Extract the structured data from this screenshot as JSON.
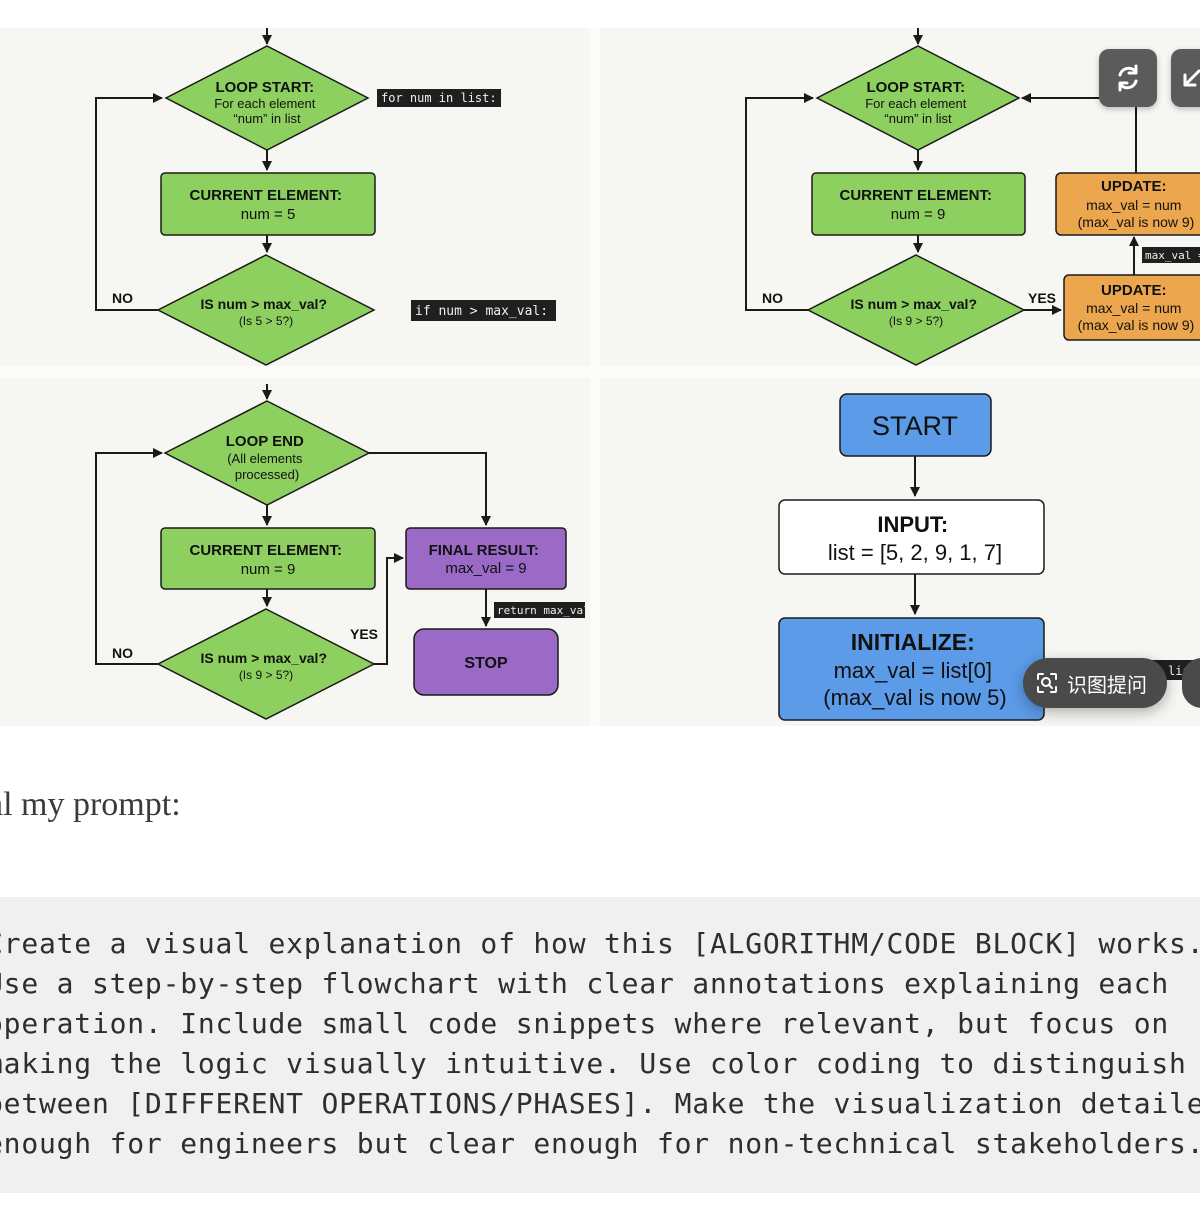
{
  "figure": {
    "panel1": {
      "loop_start": [
        "LOOP START:",
        "For each element",
        "“num” in list"
      ],
      "code_for": "for num in list:",
      "current": [
        "CURRENT ELEMENT:",
        "num = 5"
      ],
      "decision": [
        "IS num > max_val?",
        "(Is 5 > 5?)"
      ],
      "no": "NO",
      "code_if": "if num > max_val:"
    },
    "panel2": {
      "loop_start": [
        "LOOP START:",
        "For each element",
        "“num” in list"
      ],
      "current": [
        "CURRENT ELEMENT:",
        "num = 9"
      ],
      "decision": [
        "IS num > max_val?",
        "(Is 9 > 5?)"
      ],
      "no": "NO",
      "yes": "YES",
      "update_top": [
        "UPDATE:",
        "max_val = num",
        "(max_val is now 9)"
      ],
      "update_bottom": [
        "UPDATE:",
        "max_val = num",
        "(max_val is now 9)"
      ],
      "code_update": "max_val ="
    },
    "panel3": {
      "loop_end": [
        "LOOP END",
        "(All elements",
        "processed)"
      ],
      "current": [
        "CURRENT ELEMENT:",
        "num = 9"
      ],
      "decision": [
        "IS num > max_val?",
        "(Is 9 > 5?)"
      ],
      "no": "NO",
      "yes": "YES",
      "final": [
        "FINAL RESULT:",
        "max_val = 9"
      ],
      "code_return": "return max_val",
      "stop": "STOP"
    },
    "panel4": {
      "start": "START",
      "input": [
        "INPUT:",
        "list = [5, 2, 9, 1, 7]"
      ],
      "initialize": [
        "INITIALIZE:",
        "max_val = list[0]",
        "(max_val is now 5)"
      ],
      "code_list": "list"
    }
  },
  "overlay": {
    "refresh_icon": "refresh-icon",
    "shrink_icon": "shrink-icon",
    "ask_label": "识图提问"
  },
  "prose": {
    "line": "al my prompt:"
  },
  "code": {
    "lines": [
      "Create a visual explanation of how this [ALGORITHM/CODE BLOCK] works.",
      "Use a step-by-step flowchart with clear annotations explaining each",
      "operation. Include small code snippets where relevant, but focus on",
      "making the logic visually intuitive. Use color coding to distinguish",
      "between [DIFFERENT OPERATIONS/PHASES]. Make the visualization detailed",
      "enough for engineers but clear enough for non-technical stakeholders."
    ]
  },
  "colors": {
    "green": "#8ed05f",
    "orange": "#eca74e",
    "purple": "#9b6ac7",
    "blue": "#5b9be8",
    "code_bg": "#1f1f1f"
  }
}
